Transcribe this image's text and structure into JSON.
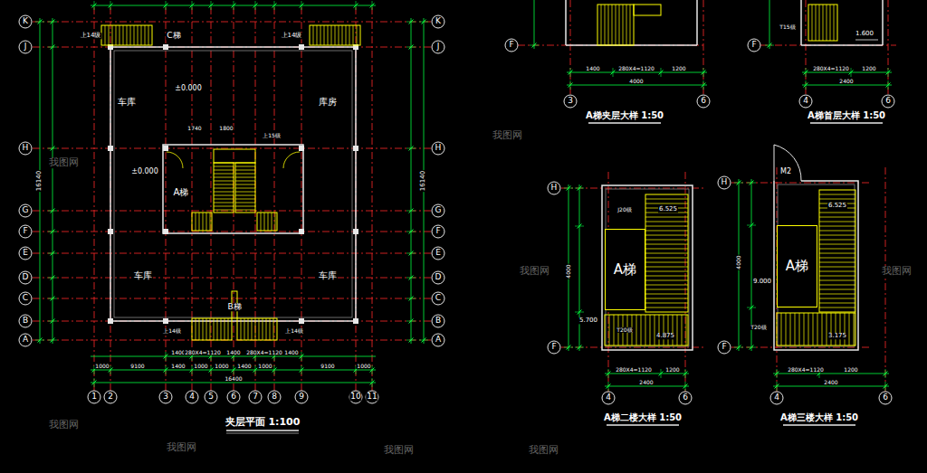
{
  "diagram": {
    "nodes": [
      {
        "text": [
          "A梯"
        ]
      },
      {
        "text": [
          "A梯"
        ]
      }
    ],
    "labels": [
      "K",
      "J",
      "H",
      "G",
      "F",
      "E",
      "D",
      "C",
      "B",
      "A",
      "K",
      "J",
      "H",
      "G",
      "F",
      "E",
      "D",
      "C",
      "B",
      "A",
      "1",
      "2",
      "3",
      "4",
      "5",
      "6",
      "7",
      "8",
      "9",
      "10",
      "11",
      "C梯",
      "上14级",
      "上14级",
      "车库",
      "库房",
      "车库",
      "车库",
      "±0.000",
      "±0.000",
      "A梯",
      "B梯",
      "上15级",
      "上14级",
      "上14级",
      "1740",
      "1800",
      "1400",
      "280X4=1120",
      "1400",
      "280X4=1120",
      "1400",
      "1000",
      "9100",
      "1400",
      "1000",
      "1000",
      "1400",
      "1000",
      "9100",
      "1000",
      "16400",
      "16140",
      "16140",
      "夹层平面 1:100",
      "F",
      "3",
      "6",
      "1400",
      "280X4=1120",
      "1200",
      "4000",
      "A梯夹层大样 1:50",
      "F",
      "4",
      "6",
      "T15级",
      "1.600",
      "280X4=1120",
      "1200",
      "2400",
      "A梯首层大样 1:50",
      "H",
      "F",
      "4",
      "6",
      "6.525",
      "J20级",
      "5.700",
      "T20级",
      "4.875",
      "280X4=1120",
      "1200",
      "2400",
      "4000",
      "A梯二楼大样 1:50",
      "M2",
      "H",
      "F",
      "4",
      "6",
      "6.525",
      "9.000",
      "T20级",
      "3.175",
      "280X4=1120",
      "1200",
      "2400",
      "4000",
      "A梯三楼大样 1:50",
      "我图网",
      "我图网",
      "我图网",
      "我图网",
      "我图网",
      "我图网",
      "我图网",
      "我图网"
    ]
  }
}
